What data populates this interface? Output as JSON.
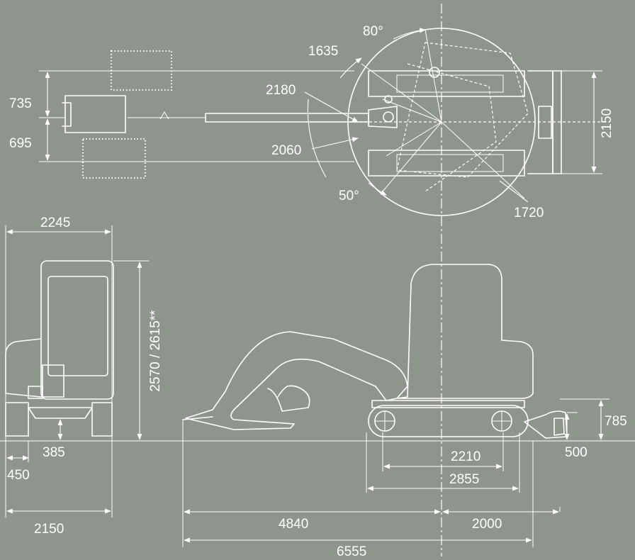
{
  "top_view": {
    "dim_735": "735",
    "dim_695": "695",
    "dim_1635": "1635",
    "dim_2180": "2180",
    "dim_2060": "2060",
    "angle_80": "80°",
    "angle_50": "50°",
    "dim_1720": "1720",
    "dim_2150": "2150"
  },
  "front_view": {
    "width_2245": "2245",
    "height_2570": "2570 / 2615**",
    "clearance_385": "385",
    "blade_450": "450",
    "track_width_2150": "2150"
  },
  "side_view": {
    "blade_height_785": "785",
    "blade_500": "500",
    "tumbler_2210": "2210",
    "track_length_2855": "2855",
    "front_4840": "4840",
    "rear_2000": "2000",
    "overall_6555": "6555"
  }
}
